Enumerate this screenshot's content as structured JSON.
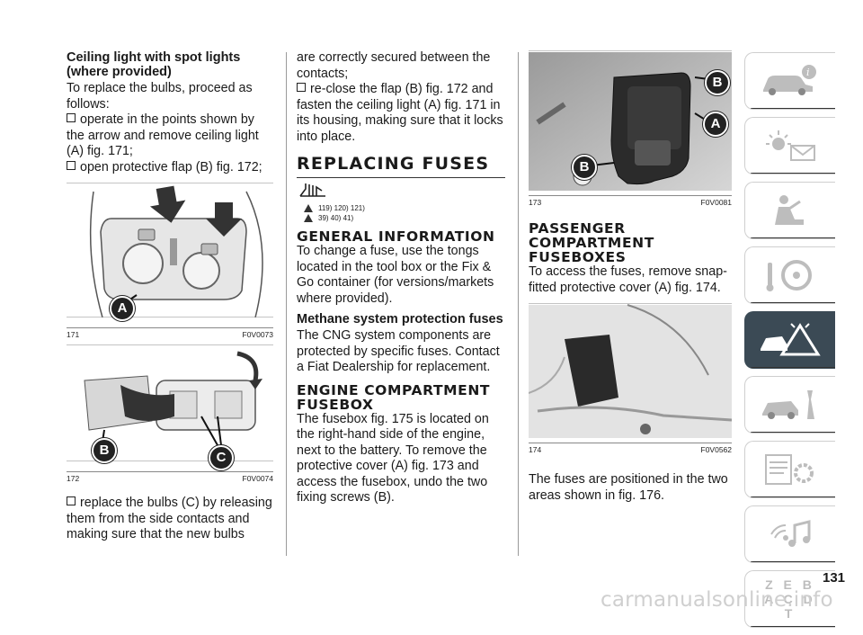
{
  "col1": {
    "heading": "Ceiling light with spot lights (where provided)",
    "intro": "To replace the bulbs, proceed as follows:",
    "bullet1": "operate in the points shown by the arrow and remove ceiling light (A) fig. 171;",
    "bullet2": "open protective flap (B) fig. 172;",
    "fig171": {
      "num": "171",
      "code": "F0V0073",
      "labelA": "A"
    },
    "fig172": {
      "num": "172",
      "code": "F0V0074",
      "labelB": "B",
      "labelC": "C"
    },
    "bullet3": "replace the bulbs (C) by releasing them from the side contacts and making sure that the new bulbs"
  },
  "col2": {
    "cont": "are correctly secured between the contacts;",
    "bullet4": "re-close the flap (B) fig. 172 and fasten the ceiling light (A) fig. 171 in its housing, making sure that it locks into place.",
    "h_replacing": "REPLACING FUSES",
    "warn1": "119) 120) 121)",
    "warn2": "39) 40) 41)",
    "h_general": "GENERAL INFORMATION",
    "general_text": "To change a fuse, use the tongs located in the tool box or the Fix & Go container (for versions/markets where provided).",
    "h_methane": "Methane system protection fuses",
    "methane_text": "The CNG system components are protected by specific fuses. Contact a Fiat Dealership for replacement.",
    "h_engine": "ENGINE COMPARTMENT FUSEBOX",
    "engine_text": "The fusebox fig. 175 is located on the right-hand side of the engine, next to the battery. To remove the protective cover (A) fig. 173 and access the fusebox, undo the two fixing screws (B)."
  },
  "col3": {
    "fig173": {
      "num": "173",
      "code": "F0V0081",
      "labelA": "A",
      "labelB": "B"
    },
    "h_passenger": "PASSENGER COMPARTMENT FUSEBOXES",
    "passenger_text": "To access the fuses, remove snap-fitted protective cover (A) fig. 174.",
    "fig174": {
      "num": "174",
      "code": "F0V0562"
    },
    "final_text": "The fuses are positioned in the two areas shown in fig. 176."
  },
  "sidebar": {
    "items": [
      {
        "icon": "car-info-icon"
      },
      {
        "icon": "warning-lights-icon"
      },
      {
        "icon": "airbag-seat-icon"
      },
      {
        "icon": "steering-key-icon"
      },
      {
        "icon": "emergency-triangle-icon"
      },
      {
        "icon": "car-maintenance-icon"
      },
      {
        "icon": "specs-gear-icon"
      },
      {
        "icon": "multimedia-icon"
      },
      {
        "icon": "index-letters-icon"
      }
    ],
    "index_letters": "Z E B A C D T"
  },
  "page_number": "131",
  "watermark": "carmanualsonline.info",
  "colors": {
    "accent_dark": "#3b4a55",
    "rule": "#9a9a9a"
  }
}
